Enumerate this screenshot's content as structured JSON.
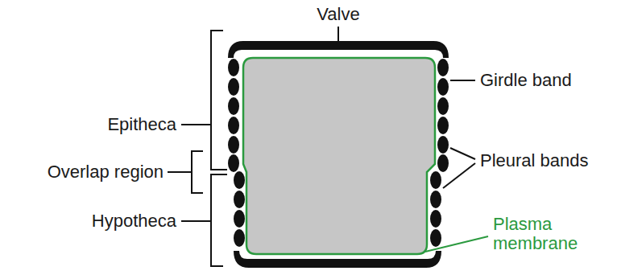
{
  "diagram": {
    "labels": [
      "Valve",
      "Epitheca",
      "Overlap region",
      "Hypotheca",
      "Girdle band",
      "Pleural bands",
      "Plasma membrane"
    ]
  }
}
